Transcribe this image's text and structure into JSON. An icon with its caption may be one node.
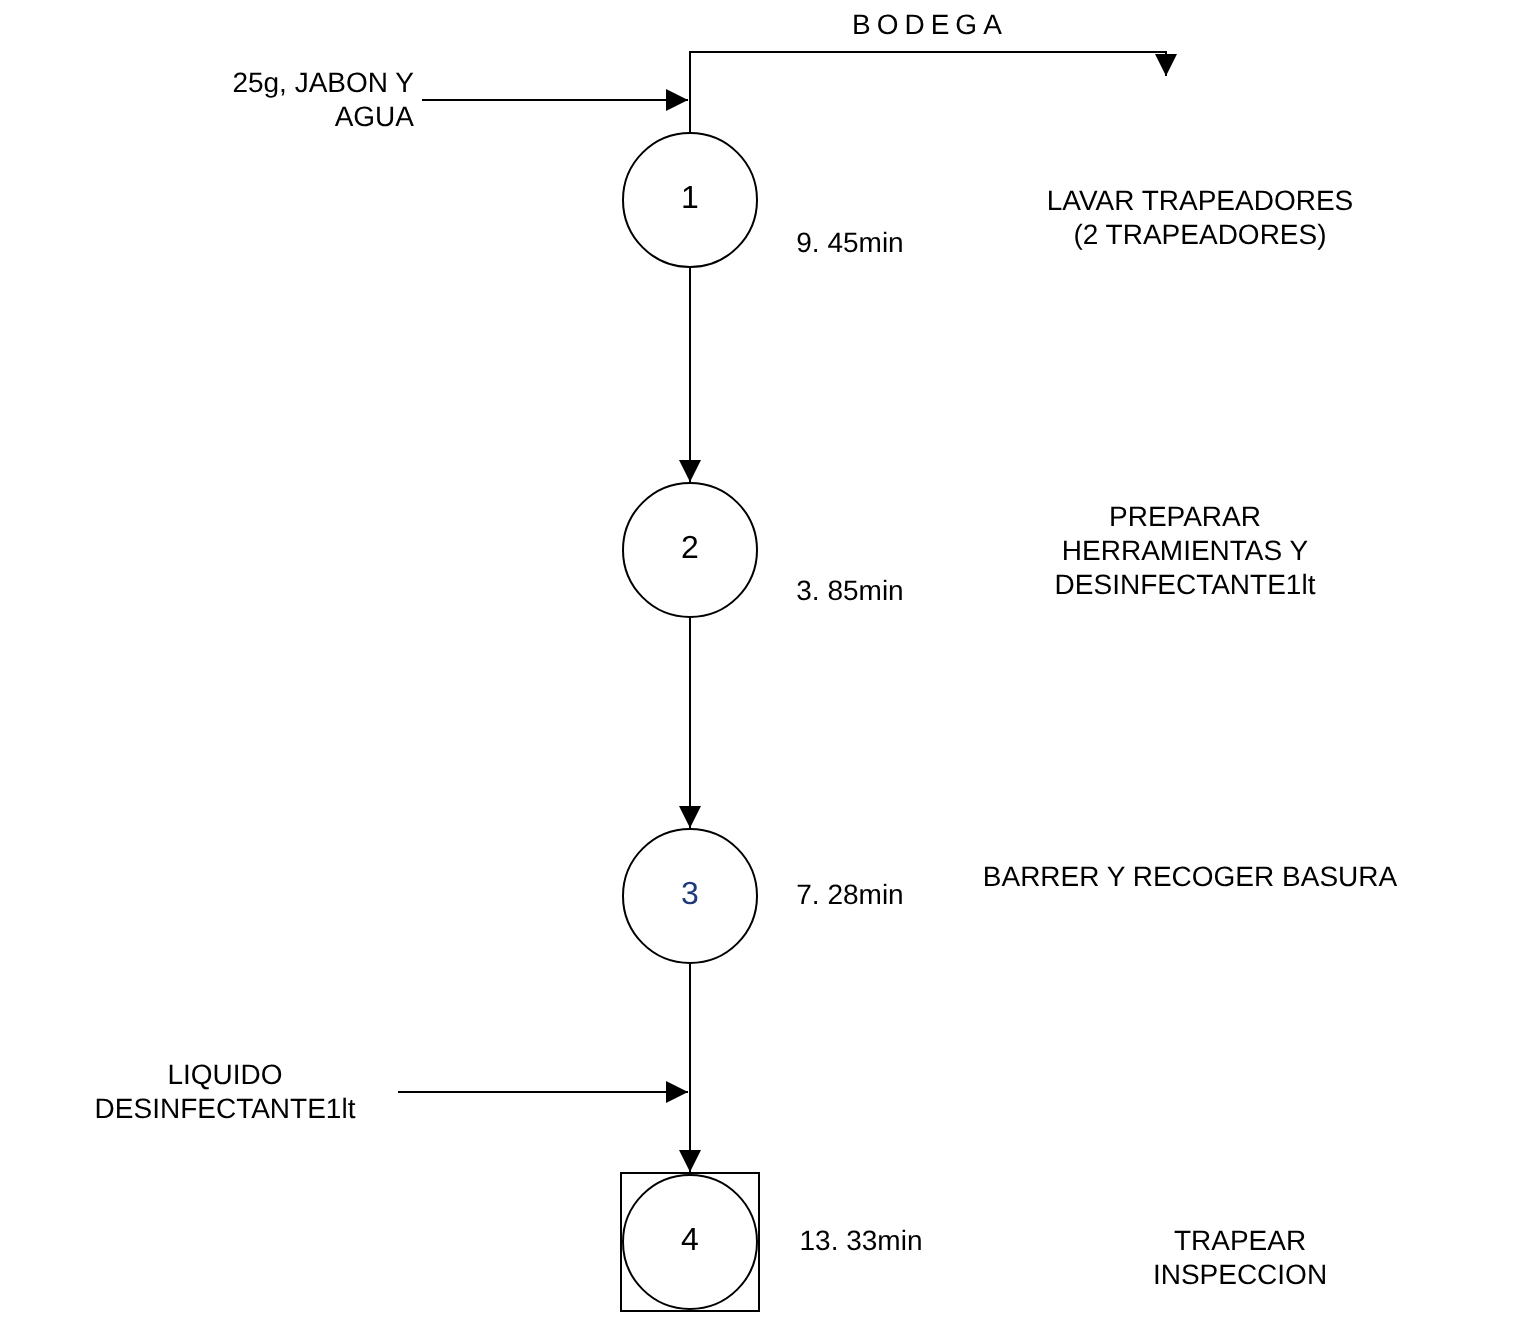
{
  "diagram": {
    "nodes": [
      {
        "text": [
          "25g, JABON Y AGUA"
        ]
      },
      {
        "text": [
          "1"
        ],
        "beside": [
          "9. 45min"
        ]
      },
      {
        "text": [
          "2"
        ],
        "beside": [
          "3. 85min"
        ]
      },
      {
        "text": [
          "3"
        ],
        "beside": [
          "7. 28min"
        ]
      },
      {
        "text": [
          "LIQUIDO DESINFECTANTE1lt"
        ]
      },
      {
        "text": [
          "4"
        ],
        "beside": [
          "13. 33min"
        ]
      }
    ],
    "edges": [
      {
        "from": 0,
        "to": 1,
        "arrow": "to"
      },
      {
        "from": 1,
        "to": null,
        "arrow": "to",
        "label": "BODEGA"
      },
      {
        "from": 1,
        "to": 2,
        "arrow": "to"
      },
      {
        "from": 2,
        "to": 3,
        "arrow": "to"
      },
      {
        "from": 4,
        "to": null,
        "arrow": "to"
      },
      {
        "from": 3,
        "to": 5,
        "arrow": "to"
      }
    ],
    "labels": [
      "LAVAR TRAPEADORES (2 TRAPEADORES)",
      "PREPARAR HERRAMIENTAS Y DESINFECTANTE1lt",
      "BARRER Y RECOGER BASURA",
      "TRAPEAR INSPECCION"
    ]
  }
}
